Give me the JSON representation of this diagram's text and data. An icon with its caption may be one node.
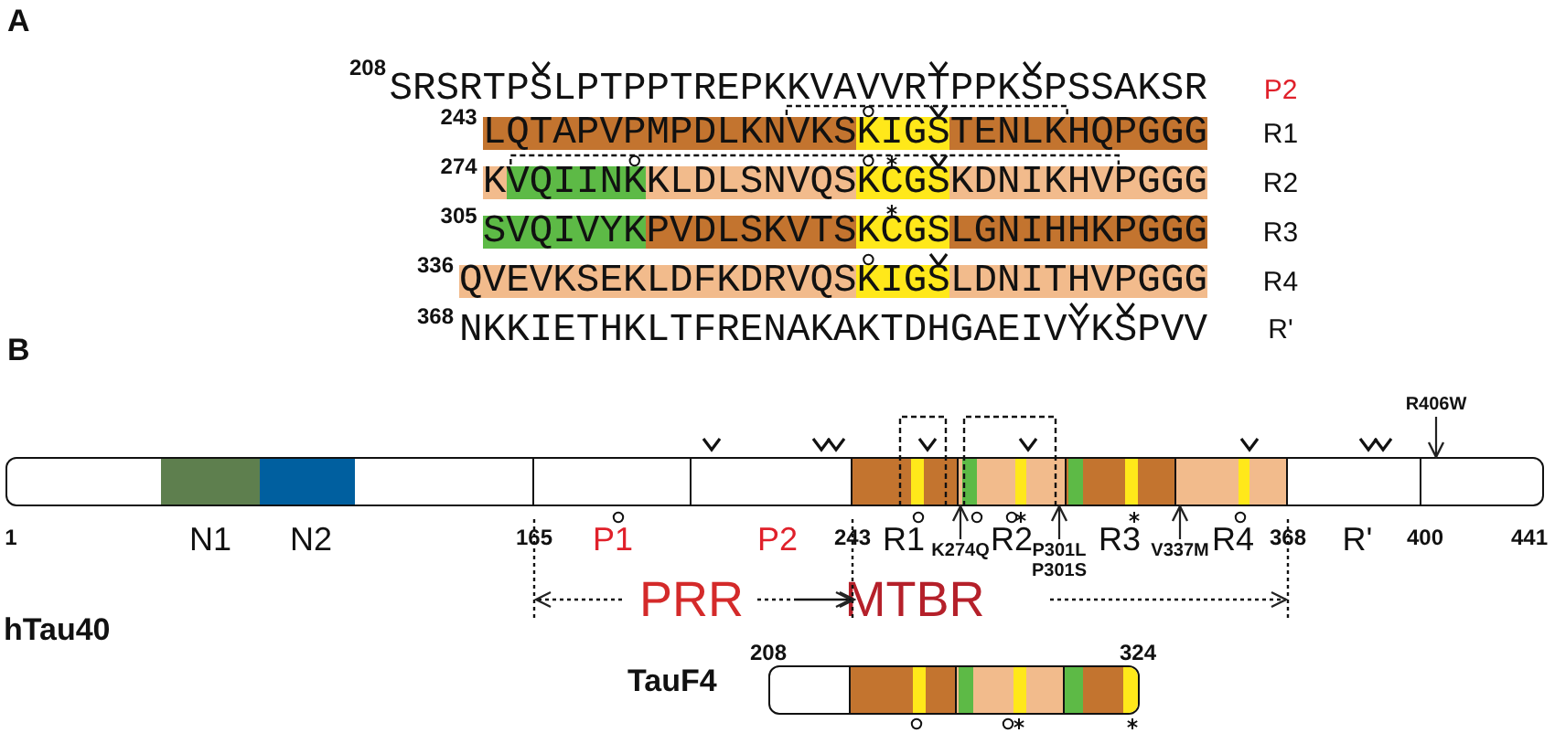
{
  "diagram": {
    "nodes": [
      {
        "text": [
          "LQTAPVPMPDLKNVKSKIGSTENLKHQPGGG"
        ],
        "beside": [
          "243",
          "R1"
        ]
      },
      {
        "text": [
          "KVQIINKKLDLSNVQSKCGSKDNIKHVPGGG"
        ],
        "beside": [
          "274",
          "R2"
        ]
      },
      {
        "text": [
          "SVQIVYKPVDLSKVTSKCGSLGNIHHKPGGG"
        ],
        "beside": [
          "305",
          "R3"
        ]
      },
      {
        "text": [
          "QVEVKSEKLDFKDRVQSKIGSLDNITHVPGGG"
        ],
        "beside": [
          "336",
          "R4"
        ]
      },
      {
        "text": [],
        "shape": "bar",
        "beside": [
          "1",
          "N1",
          "N2",
          "165",
          "P1",
          "P2",
          "243",
          "R1",
          "R2",
          "R3",
          "R4",
          "368",
          "R'",
          "400",
          "441",
          "hTau40"
        ]
      },
      {
        "text": [
          "K274Q"
        ]
      },
      {
        "text": [
          "P301L",
          "P301S"
        ]
      },
      {
        "text": [
          "V337M"
        ]
      },
      {
        "text": [
          "R406W"
        ]
      }
    ],
    "edges": [
      {
        "from": 5,
        "to": 4,
        "arrow": "to"
      },
      {
        "from": 6,
        "to": 4,
        "arrow": "to"
      },
      {
        "from": 7,
        "to": 4,
        "arrow": "to"
      },
      {
        "from": 8,
        "to": 4,
        "arrow": "to"
      }
    ],
    "labels": [
      "A",
      "208",
      "SRSRTPSLPTPPTREPKKVAVVRTPPKSPSSAKSR",
      "P2",
      "368",
      "NKKIETHKLTFRENAKAKTDHGAEIVYKSPVV",
      "R'",
      "B",
      "PRR",
      "MTBR",
      "TauF4",
      "208",
      "324"
    ]
  }
}
